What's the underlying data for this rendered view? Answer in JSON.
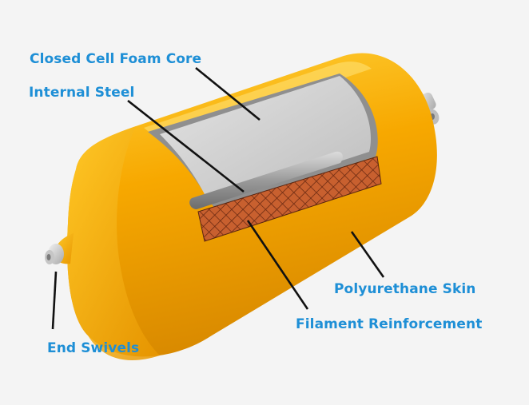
{
  "labels": {
    "foam_core": "Closed Cell Foam Core",
    "internal_steel": "Internal Steel",
    "polyurethane_skin": "Polyurethane Skin",
    "filament_reinforcement": "Filament Reinforcement",
    "end_swivels": "End Swivels"
  },
  "colors": {
    "label": "#1e8fd6",
    "skin": "#f5a300",
    "leader": "#111111",
    "foam": "#c9c9c9",
    "reinforcement": "#c4572d",
    "swivel": "#d7d7d7"
  }
}
